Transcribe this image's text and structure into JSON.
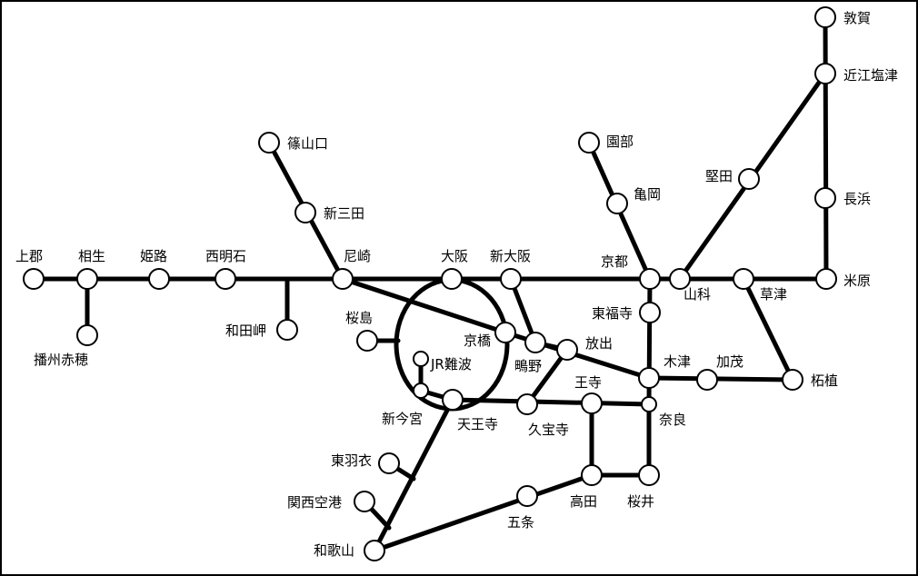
{
  "stations": {
    "tsuruga": "敦賀",
    "omi_shiotsu": "近江塩津",
    "katata": "堅田",
    "nagahama": "長浜",
    "maibara": "米原",
    "sasayamaguchi": "篠山口",
    "shinsanda": "新三田",
    "sonobe": "園部",
    "kameoka": "亀岡",
    "kamigori": "上郡",
    "aioi": "相生",
    "himeji": "姫路",
    "nishi_akashi": "西明石",
    "amagasaki": "尼崎",
    "osaka": "大阪",
    "shin_osaka": "新大阪",
    "kyoto": "京都",
    "yamashina": "山科",
    "kusatsu": "草津",
    "banshu_ako": "播州赤穂",
    "wadamisaki": "和田岬",
    "sakurajima": "桜島",
    "kyobashi": "京橋",
    "higashi_fukuchiyama": "東福寺",
    "shigino": "鴫野",
    "hanaten": "放出",
    "jr_namba": "JR難波",
    "kizu": "木津",
    "kamo": "加茂",
    "tsuge": "柘植",
    "shin_imamiya": "新今宮",
    "tennoji": "天王寺",
    "oji": "王寺",
    "kyuhoji": "久宝寺",
    "nara": "奈良",
    "higashi_hagoromo": "東羽衣",
    "kansai_airport": "関西空港",
    "gojo": "五条",
    "takada": "高田",
    "sakurai": "桜井",
    "wakayama": "和歌山"
  }
}
